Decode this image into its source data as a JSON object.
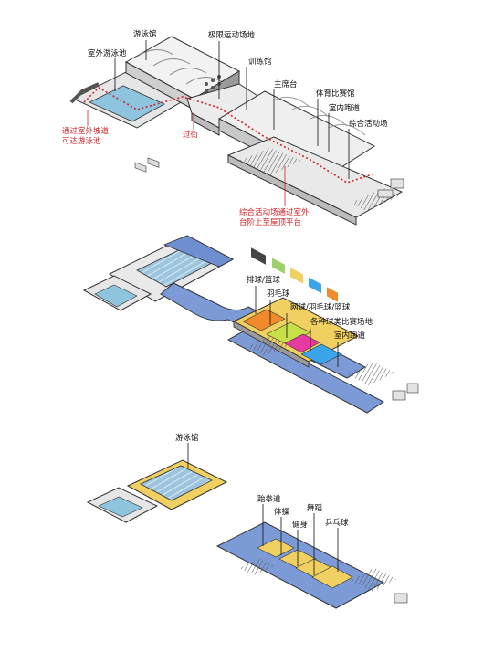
{
  "colors": {
    "pool_blue": "#8fc4de",
    "floor_blue": "#6f8fd0",
    "wall_grey": "#bfbfbf",
    "outline": "#333333",
    "annotation_red": "#d0232a",
    "yellow": "#f0d060",
    "orange": "#f08a2a",
    "lime": "#c7e04a",
    "magenta": "#e73aa0",
    "cyan": "#3aa5e8"
  },
  "diagram1": {
    "labels": {
      "natatorium": "游泳馆",
      "ice_sports": "极限运动场地",
      "outdoor_pool": "室外游泳池",
      "training_hall": "训练馆",
      "main_stand": "主席台",
      "stadium": "体育比赛馆",
      "indoor_track": "室内跑道",
      "multi_field": "综合活动场",
      "ramp_note_1": "通过室外坡道",
      "ramp_note_2": "可达游泳池",
      "passage": "过街",
      "roof_note_1": "综合活动场通过室外",
      "roof_note_2": "台阶上至屋顶平台"
    }
  },
  "diagram2": {
    "labels": {
      "volleyball_basketball": "排球/篮球",
      "badminton": "羽毛球",
      "tennis_mix": "网球/羽毛球/篮球",
      "ball_games": "各种球类比赛场地",
      "indoor_track": "室内跑道"
    }
  },
  "diagram3": {
    "labels": {
      "natatorium": "游泳馆",
      "taekwondo": "跆拳道",
      "gymnastics": "体操",
      "fitness": "健身",
      "dance": "舞蹈",
      "table_tennis": "乒乓球"
    }
  }
}
